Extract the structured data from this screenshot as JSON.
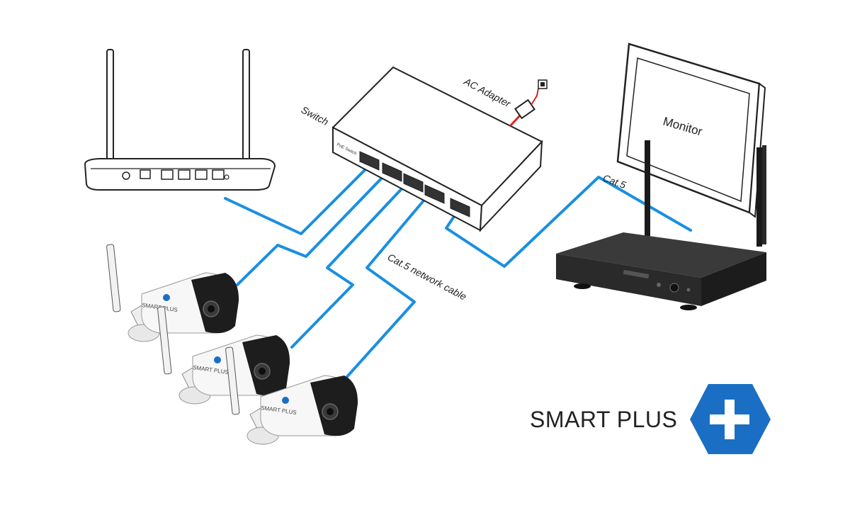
{
  "labels": {
    "switch": "Switch",
    "ac_adapter": "AC Adapter",
    "monitor": "Monitor",
    "cat5": "Cat.5",
    "network_cable": "Cat.5 network cable",
    "poe_switch": "PoE Switch"
  },
  "camera_brand": "SMART PLUS",
  "brand": {
    "name": "SMART PLUS",
    "logo_icon": "plus-hexagon-icon",
    "color": "#1a6fc4"
  },
  "colors": {
    "cable": "#1a8fe0",
    "power_cable": "#e02020",
    "line": "#222222",
    "nvr_body": "#2a2a2a"
  }
}
